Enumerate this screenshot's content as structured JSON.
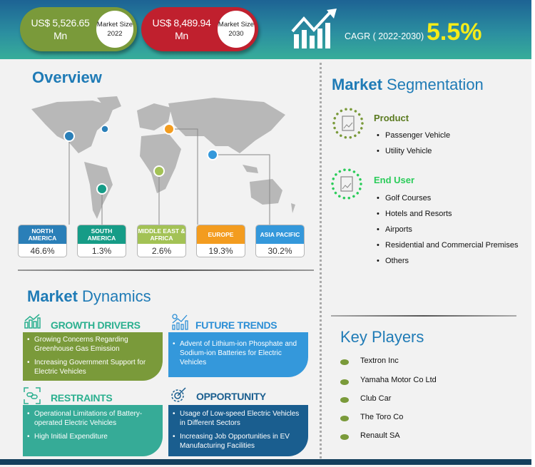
{
  "header": {
    "market_size_2022": {
      "value": "US$ 5,526.65 Mn",
      "label": "Market Size 2022",
      "color": "#7a9a3a"
    },
    "market_size_2030": {
      "value": "US$ 8,489.94 Mn",
      "label": "Market Size 2030",
      "color": "#c0202e"
    },
    "cagr_label": "CAGR ( 2022-2030)",
    "cagr_value": "5.5%",
    "cagr_icon": "growth-chart-icon"
  },
  "overview": {
    "title_bold": "Overview",
    "regions": [
      {
        "name": "NORTH AMERICA",
        "value": "46.6%",
        "color": "#2a7fb8"
      },
      {
        "name": "SOUTH AMERICA",
        "value": "1.3%",
        "color": "#169c87"
      },
      {
        "name": "MIDDLE EAST & AFRICA",
        "value": "2.6%",
        "color": "#a3c255"
      },
      {
        "name": "EUROPE",
        "value": "19.3%",
        "color": "#f39c1f"
      },
      {
        "name": "ASIA PACIFIC",
        "value": "30.2%",
        "color": "#3498db"
      }
    ]
  },
  "dynamics": {
    "title_bold": "Market",
    "title_rest": " Dynamics",
    "growth_drivers": {
      "title": "GROWTH DRIVERS",
      "items": [
        "Growing Concerns Regarding Greenhouse Gas Emission",
        "Increasing Government Support for Electric Vehicles"
      ]
    },
    "future_trends": {
      "title": "FUTURE TRENDS",
      "items": [
        "Advent of Lithium-ion Phosphate and Sodium-ion Batteries for Electric Vehicles"
      ]
    },
    "restraints": {
      "title": "RESTRAINTS",
      "items": [
        "Operational Limitations of Battery-operated Electric Vehicles",
        "High Initial Expenditure"
      ]
    },
    "opportunity": {
      "title": "OPPORTUNITY",
      "items": [
        "Usage of Low-speed Electric Vehicles in Different Sectors",
        "Increasing Job Opportunities in EV Manufacturing Facilities"
      ]
    }
  },
  "segmentation": {
    "title_bold": "Market",
    "title_rest": " Segmentation",
    "product": {
      "title": "Product",
      "items": [
        "Passenger Vehicle",
        "Utility Vehicle"
      ]
    },
    "end_user": {
      "title": "End User",
      "items": [
        "Golf Courses",
        "Hotels and Resorts",
        "Airports",
        "Residential and Commercial Premises",
        "Others"
      ]
    }
  },
  "key_players": {
    "title": "Key Players",
    "items": [
      "Textron Inc",
      "Yamaha Motor Co Ltd",
      "Club Car",
      "The Toro Co",
      "Renault SA"
    ]
  }
}
